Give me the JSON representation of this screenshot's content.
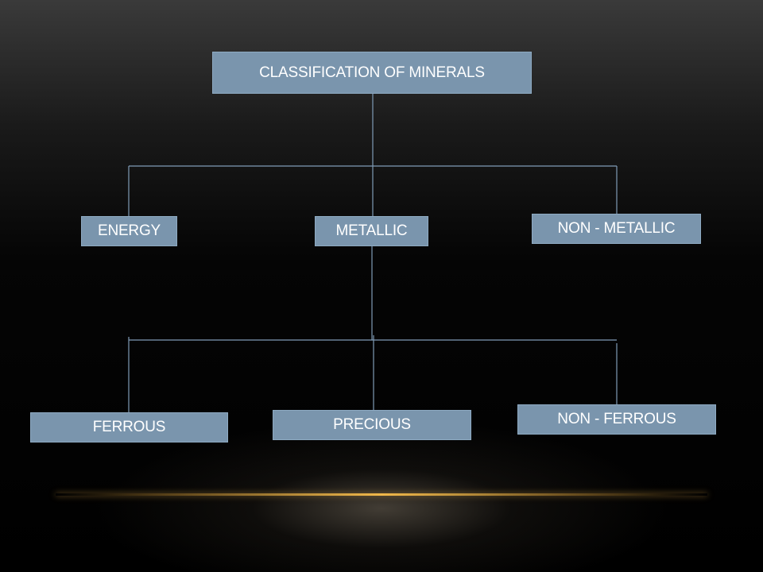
{
  "diagram": {
    "root": {
      "label": "CLASSIFICATION OF MINERALS"
    },
    "level1": [
      {
        "label": "ENERGY"
      },
      {
        "label": "METALLIC"
      },
      {
        "label": "NON - METALLIC"
      }
    ],
    "level2": [
      {
        "label": "FERROUS"
      },
      {
        "label": "PRECIOUS"
      },
      {
        "label": "NON - FERROUS"
      }
    ]
  },
  "colors": {
    "node_fill": "#7a95ad",
    "connector": "#7f9bb6",
    "accent_glow": "#f0b84a"
  }
}
